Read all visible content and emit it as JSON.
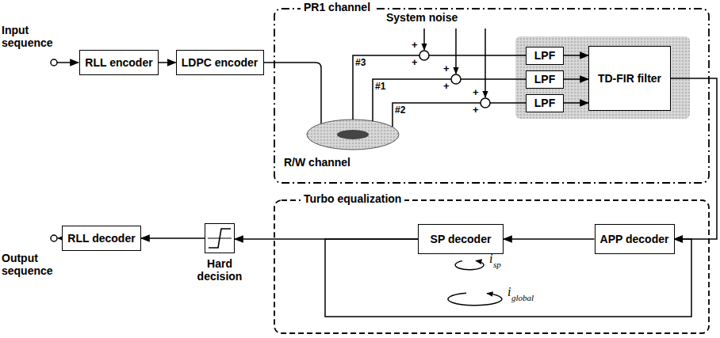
{
  "diagram": {
    "nodes": [
      {
        "text": [
          "RLL encoder"
        ]
      },
      {
        "text": [
          "LDPC encoder"
        ]
      },
      {
        "text": [
          "PR1 channel"
        ]
      },
      {
        "text": [
          "LPF"
        ],
        "in": 2
      },
      {
        "text": [
          "LPF"
        ],
        "in": 2
      },
      {
        "text": [
          "LPF"
        ],
        "in": 2
      },
      {
        "text": [
          "TD-FIR filter"
        ],
        "in": 2
      },
      {
        "text": [
          "RLL decoder"
        ]
      },
      {
        "text": [
          "Hard decision"
        ]
      },
      {
        "text": [
          "Turbo equalization"
        ]
      },
      {
        "text": [
          "SP decoder"
        ],
        "in": 9
      },
      {
        "text": [
          "APP decoder"
        ],
        "in": 9
      }
    ],
    "edges": [
      {
        "from": 0,
        "to": 1,
        "arrow": "to"
      },
      {
        "from": 1,
        "to": 2,
        "arrow": "none"
      },
      {
        "from": 3,
        "to": 6,
        "arrow": "to"
      },
      {
        "from": 4,
        "to": 6,
        "arrow": "to"
      },
      {
        "from": 5,
        "to": 6,
        "arrow": "to"
      },
      {
        "from": 6,
        "to": 11,
        "arrow": "to"
      },
      {
        "from": 11,
        "to": 10,
        "arrow": "to"
      },
      {
        "from": 10,
        "to": 8,
        "arrow": "to"
      },
      {
        "from": 8,
        "to": 7,
        "arrow": "to"
      },
      {
        "from": 10,
        "to": 11,
        "arrow": "to"
      }
    ],
    "labels": [
      "Input sequence",
      "Output sequence",
      "System noise",
      "+",
      "+",
      "+",
      "+",
      "+",
      "+",
      "#3",
      "#1",
      "#2",
      "R/W channel",
      "i",
      "sp",
      "i",
      "global"
    ]
  }
}
